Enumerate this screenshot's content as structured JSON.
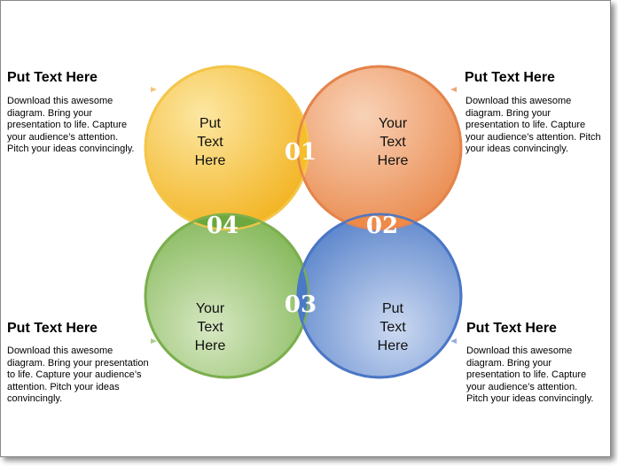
{
  "blocks": {
    "top_left": {
      "heading": "Put Text Here",
      "body": "Download this awesome diagram. Bring your presentation to life. Capture your audience’s attention. Pitch your ideas convincingly."
    },
    "top_right": {
      "heading": "Put Text Here",
      "body": "Download this awesome diagram. Bring your presentation to life. Capture your audience’s attention. Pitch your ideas convincingly."
    },
    "bottom_left": {
      "heading": "Put Text Here",
      "body": "Download this awesome diagram. Bring your presentation to life. Capture your audience’s attention. Pitch your ideas convincingly."
    },
    "bottom_right": {
      "heading": "Put Text Here",
      "body": "Download this awesome diagram. Bring your presentation to life. Capture your audience’s attention. Pitch your ideas convincingly."
    }
  },
  "circles": {
    "yellow": {
      "line1": "Put",
      "line2": "Text",
      "line3": "Here",
      "color": "#F5B417"
    },
    "orange": {
      "line1": "Your",
      "line2": "Text",
      "line3": "Here",
      "color": "#EC7E3D"
    },
    "green": {
      "line1": "Your",
      "line2": "Text",
      "line3": "Here",
      "color": "#6FAE3F"
    },
    "blue": {
      "line1": "Put",
      "line2": "Text",
      "line3": "Here",
      "color": "#3E6FC0"
    }
  },
  "numbers": {
    "n1": "01",
    "n2": "02",
    "n3": "03",
    "n4": "04"
  }
}
